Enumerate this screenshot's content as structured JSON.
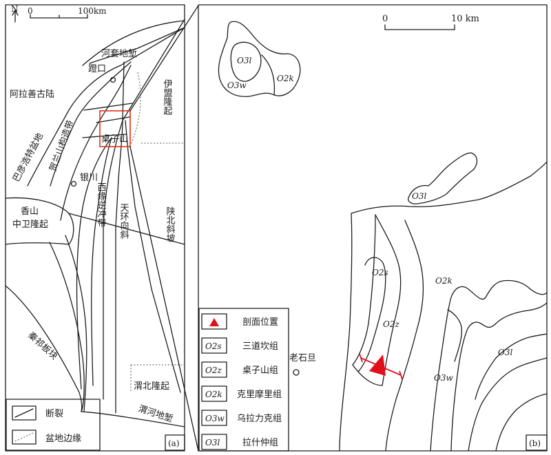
{
  "panel_a": {
    "north_label": "N",
    "scale": {
      "zero": "0",
      "max": "100km"
    },
    "regions": {
      "hetao": "河套地堑",
      "dengkou": "蹬口",
      "alashan": "阿拉善古陆",
      "yimeng": "伊盟隆起",
      "bayanhaote": "巴彦浩特盆地",
      "helanshan": "贺兰山构造带",
      "zhuozishan": "桌子山",
      "yinchuan": "银川",
      "xiangshan": "香山中卫隆起",
      "xiyuan": "西缘逆冲带",
      "tianhuan": "天环向斜",
      "shanbei": "陕北斜坡",
      "qinqi": "秦祁板块",
      "weibei": "渭北隆起",
      "weihe": "渭河地堑"
    },
    "legend": {
      "fault": "断裂",
      "basin_edge": "盆地边缘"
    },
    "panel_label": "(a)"
  },
  "panel_b": {
    "scale": {
      "zero": "0",
      "max": "10 km"
    },
    "units": {
      "o3l_a": "O3l",
      "o3w_a": "O3w",
      "o2k_a": "O2k",
      "o3l_b": "O3l",
      "o2s": "O2s",
      "o2k_b": "O2k",
      "o2z": "O2z",
      "o3l_c": "O3l",
      "o3w_b": "O3w"
    },
    "place": "老石旦",
    "legend": [
      {
        "symbol": "triangle",
        "label": "剖面位置"
      },
      {
        "symbol": "O2s",
        "label": "三道坎组"
      },
      {
        "symbol": "O2z",
        "label": "桌子山组"
      },
      {
        "symbol": "O2k",
        "label": "克里摩里组"
      },
      {
        "symbol": "O3w",
        "label": "乌拉力克组"
      },
      {
        "symbol": "O3l",
        "label": "拉什仲组"
      }
    ],
    "panel_label": "(b)"
  },
  "colors": {
    "line": "#1a1a1a",
    "marker": "#e0101a",
    "highlight": "#e0301a"
  }
}
